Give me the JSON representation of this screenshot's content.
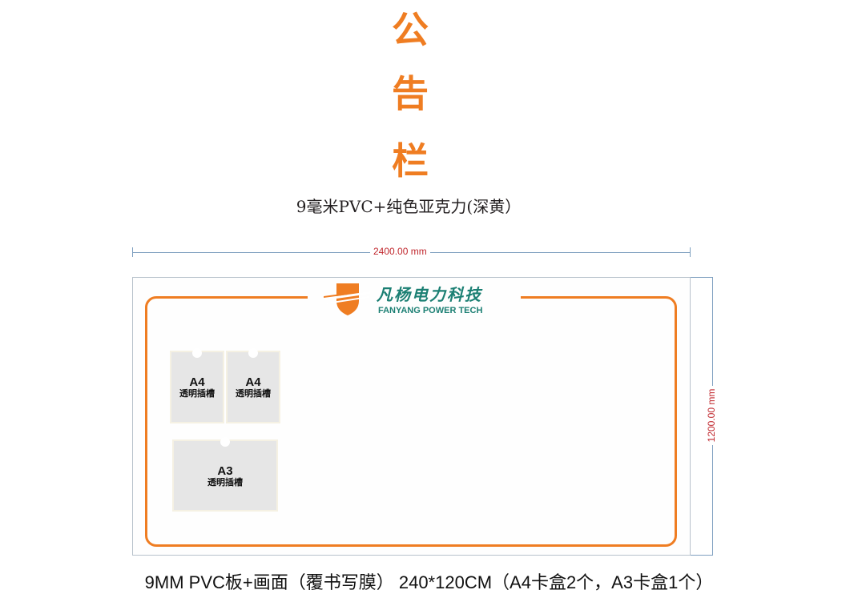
{
  "title_chars": [
    "公",
    "告",
    "栏"
  ],
  "subtitle": "9毫米PVC+纯色亚克力(深黄）",
  "dimensions": {
    "width_label": "2400.00 mm",
    "height_label": "1200.00 mm"
  },
  "logo": {
    "cn": "凡杨电力科技",
    "en": "FANYANG POWER TECH",
    "icon": "shield-logo-icon"
  },
  "slots": [
    {
      "size": "A4",
      "desc": "透明插槽"
    },
    {
      "size": "A4",
      "desc": "透明插槽"
    },
    {
      "size": "A3",
      "desc": "透明插槽"
    }
  ],
  "footer": "9MM PVC板+画面（覆书写膜） 240*120CM（A4卡盒2个，A3卡盒1个）",
  "colors": {
    "title": "#ef7d22",
    "frame": "#ef7d22",
    "logo": "#1b7f73",
    "dimension_text": "#c0272d",
    "dimension_line": "#7fa0c0"
  }
}
